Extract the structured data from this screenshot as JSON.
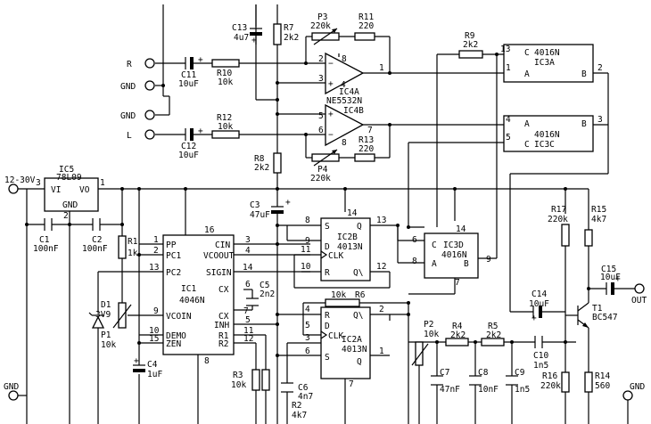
{
  "inputs": {
    "r": "R",
    "gnd1": "GND",
    "gnd2": "GND",
    "l": "L",
    "supply": "12-30V",
    "gnd_left": "GND",
    "gnd_right": "GND",
    "out": "OUT"
  },
  "ic4": {
    "a_name": "IC4A",
    "a_type": "NE5532N",
    "b_name": "IC4B",
    "pins": {
      "p1": "1",
      "p2": "2",
      "p3": "3",
      "p4": "4",
      "p5": "5",
      "p6": "6",
      "p7": "7",
      "p8": "8"
    }
  },
  "ic5": {
    "name": "IC5",
    "type": "78L09",
    "vi": "VI",
    "vo": "VO",
    "gnd": "GND",
    "p3": "3",
    "p1": "1",
    "p2": "2"
  },
  "ic1": {
    "name": "IC1",
    "type": "4046N",
    "pins_left": [
      {
        "n": "1",
        "l": "PP"
      },
      {
        "n": "2",
        "l": "PC1"
      },
      {
        "n": "13",
        "l": "PC2"
      },
      {
        "n": "9",
        "l": "VCOIN"
      },
      {
        "n": "10",
        "l": "DEMO"
      },
      {
        "n": "15",
        "l": "ZEN"
      }
    ],
    "pins_right": [
      {
        "n": "3",
        "l": "CIN"
      },
      {
        "n": "4",
        "l": "VCOOUT"
      },
      {
        "n": "14",
        "l": "SIGIN"
      },
      {
        "n": "6",
        "l": "CX"
      },
      {
        "n": "7",
        "l": "CX"
      },
      {
        "n": "5",
        "l": "INH"
      },
      {
        "n": "11",
        "l": "R1"
      },
      {
        "n": "12",
        "l": "R2"
      }
    ],
    "p16": "16",
    "p8": "8"
  },
  "ic2b": {
    "name": "IC2B",
    "type": "4013N",
    "s": "S",
    "d": "D",
    "clk": "CLK",
    "r": "R",
    "q": "Q",
    "qn": "Q\\",
    "p8": "8",
    "p9": "9",
    "p11": "11",
    "p10": "10",
    "p13": "13",
    "p12": "12",
    "p14": "14"
  },
  "ic2a": {
    "name": "IC2A",
    "type": "4013N",
    "r": "R",
    "d": "D",
    "clk": "CLK",
    "s": "S",
    "qn": "Q\\",
    "q": "Q",
    "p4": "4",
    "p5": "5",
    "p3": "3",
    "p6": "6",
    "p2": "2",
    "p1": "1",
    "p7": "7"
  },
  "ic3a": {
    "c": "C",
    "type": "4016N",
    "name": "IC3A",
    "a": "A",
    "b": "B",
    "p13": "13",
    "p1": "1",
    "p2": "2"
  },
  "ic3c": {
    "a": "A",
    "b": "B",
    "type": "4016N",
    "c": "C",
    "name": "IC3C",
    "p4": "4",
    "p3": "3",
    "p5": "5"
  },
  "ic3d": {
    "c": "C",
    "name": "IC3D",
    "type": "4016N",
    "a": "A",
    "b": "B",
    "p14": "14",
    "p6": "6",
    "p8": "8",
    "p9": "9",
    "p7": "7"
  },
  "parts": {
    "c13": "C13",
    "c13v": "4u7",
    "r7": "R7",
    "r7v": "2k2",
    "p3": "P3",
    "p3v": "220k",
    "r11": "R11",
    "r11v": "220",
    "r9": "R9",
    "r9v": "2k2",
    "c11": "C11",
    "c11v": "10uF",
    "r10": "R10",
    "r10v": "10k",
    "r12": "R12",
    "r12v": "10k",
    "c12": "C12",
    "c12v": "10uF",
    "r8": "R8",
    "r8v": "2k2",
    "r13": "R13",
    "r13v": "220",
    "p4": "P4",
    "p4v": "220k",
    "c3": "C3",
    "c3v": "47uF",
    "c1": "C1",
    "c1v": "100nF",
    "c2": "C2",
    "c2v": "100nF",
    "r1": "R1",
    "r1v": "1k",
    "d1": "D1",
    "d1v": "3V9",
    "p1": "P1",
    "p1v": "10k",
    "c4": "C4",
    "c4v": "1uF",
    "c5": "C5",
    "c5v": "2n2",
    "r3": "R3",
    "r3v": "10k",
    "r2": "R2",
    "r2v": "4k7",
    "c6": "C6",
    "c6v": "4n7",
    "r6": "R6",
    "r6v": "10k",
    "p2": "P2",
    "p2v": "10k",
    "r4": "R4",
    "r4v": "2k2",
    "r5": "R5",
    "r5v": "2k2",
    "c7": "C7",
    "c7v": "47nF",
    "c8": "C8",
    "c8v": "10nF",
    "c9": "C9",
    "c9v": "1n5",
    "c10": "C10",
    "c10v": "1n5",
    "r17": "R17",
    "r17v": "220k",
    "r15": "R15",
    "r15v": "4k7",
    "c15": "C15",
    "c15v": "10uF",
    "c14": "C14",
    "c14v": "10uF",
    "t1": "T1",
    "t1v": "BC547",
    "r16": "R16",
    "r16v": "220k",
    "r14": "R14",
    "r14v": "560"
  }
}
